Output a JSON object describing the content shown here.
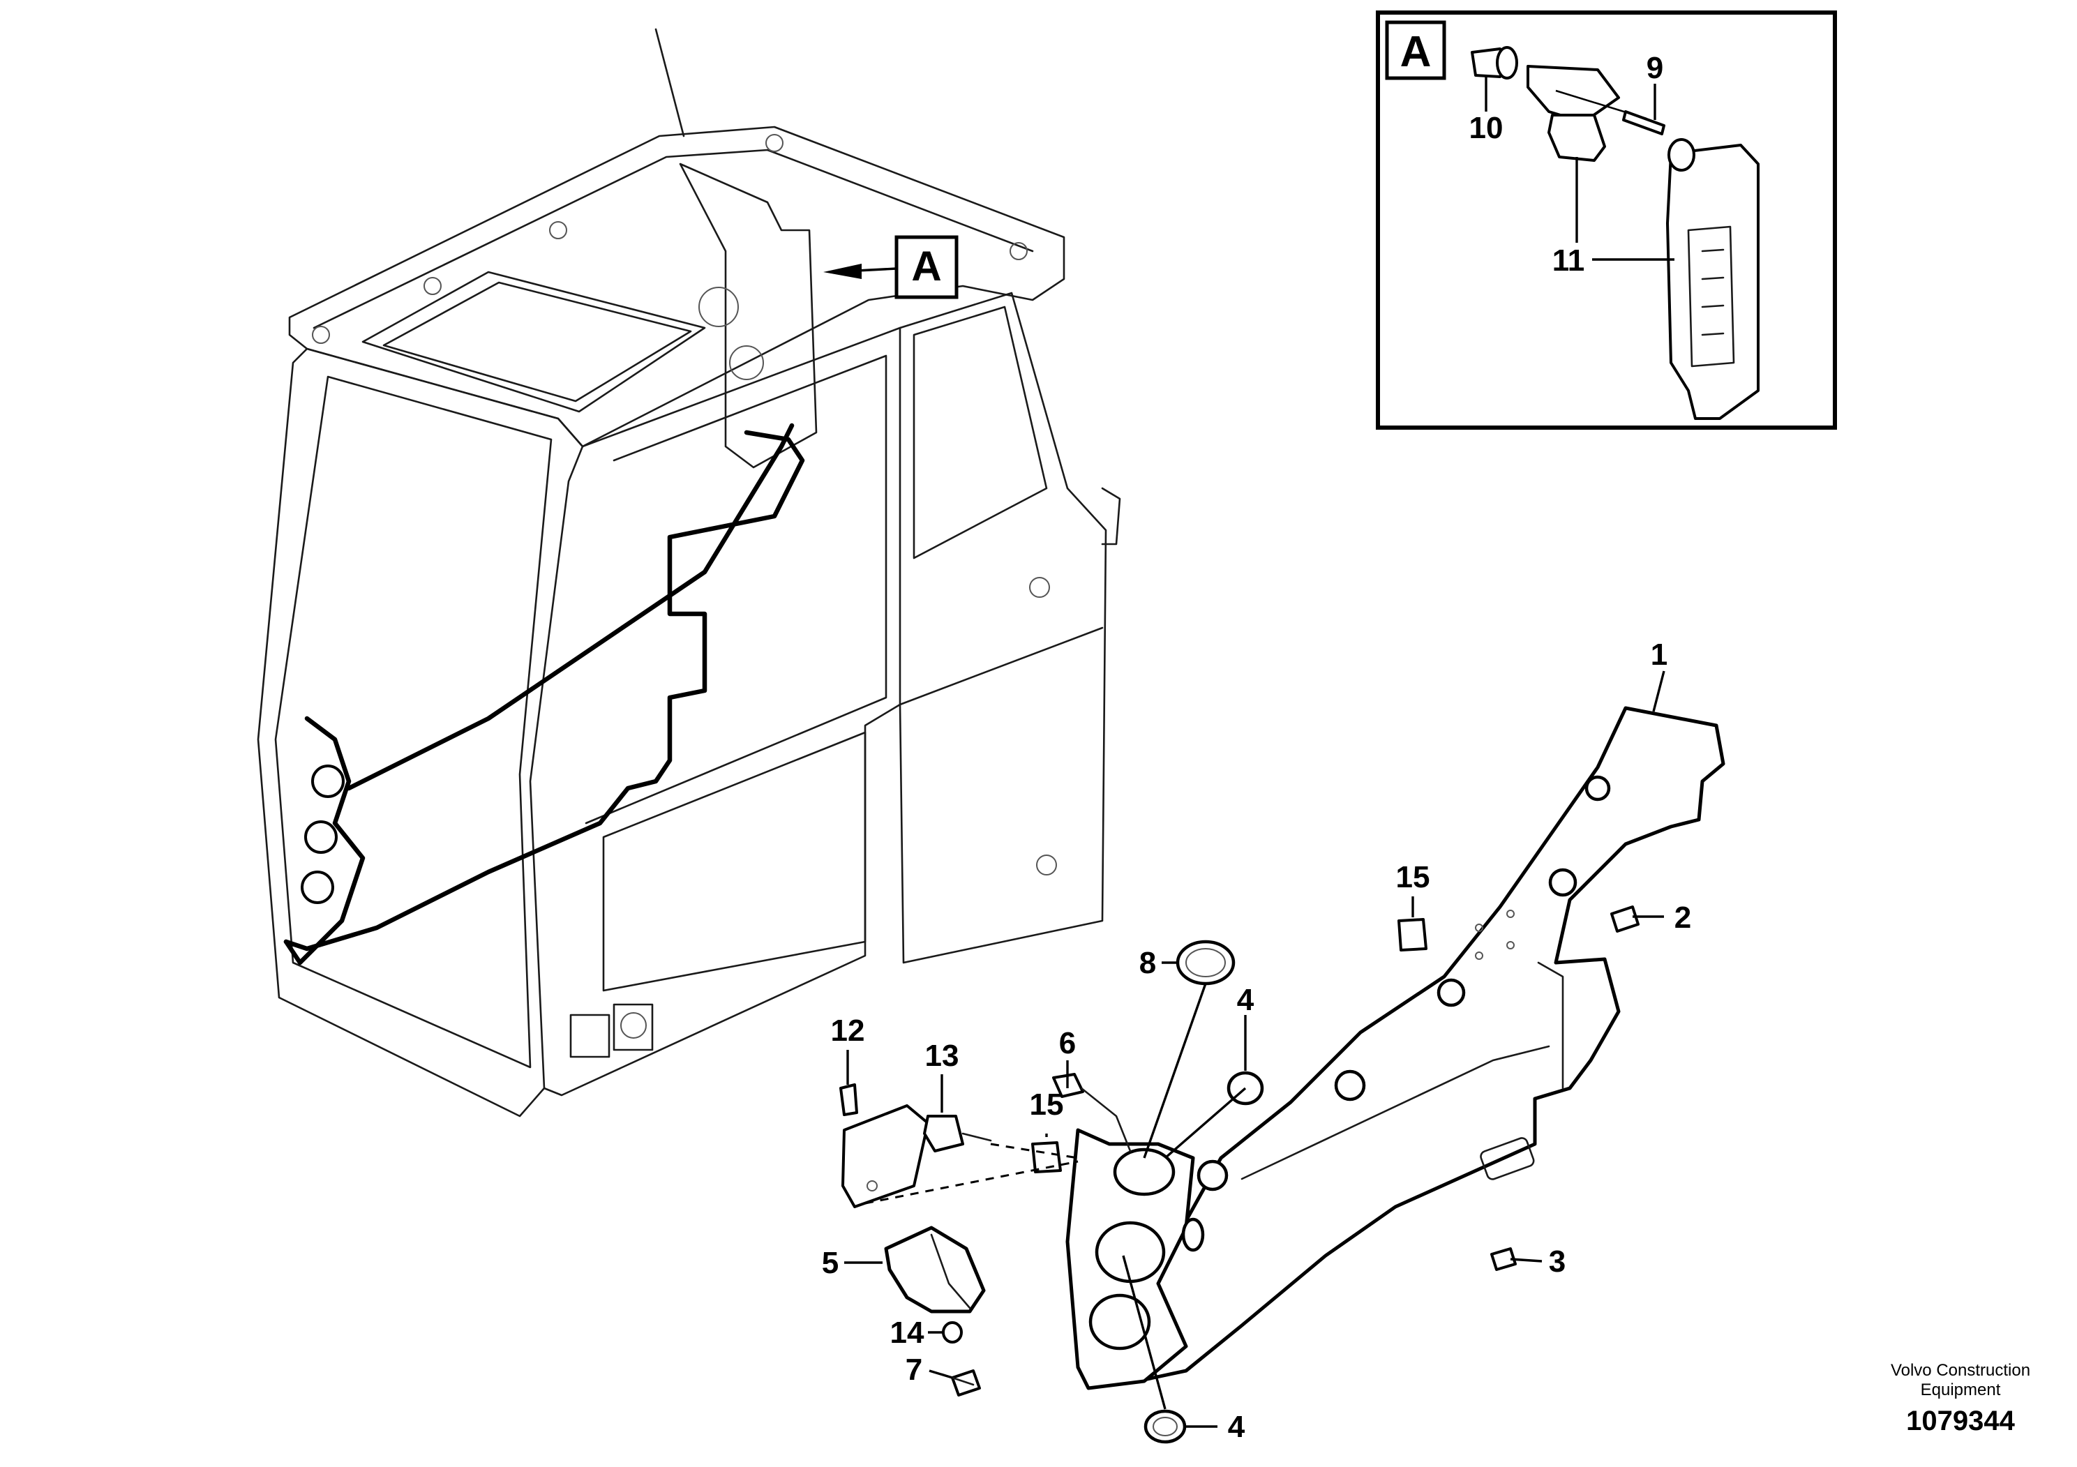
{
  "detail_marker": "A",
  "detail_box_label": "A",
  "callouts": [
    "1",
    "2",
    "3",
    "4",
    "4",
    "5",
    "6",
    "7",
    "8",
    "9",
    "10",
    "11",
    "12",
    "13",
    "14",
    "15",
    "15"
  ],
  "publisher": {
    "line1": "Volvo Construction",
    "line2": "Equipment"
  },
  "drawing_number": "1079344",
  "colors": {
    "ink": "#000000",
    "background": "#ffffff"
  }
}
